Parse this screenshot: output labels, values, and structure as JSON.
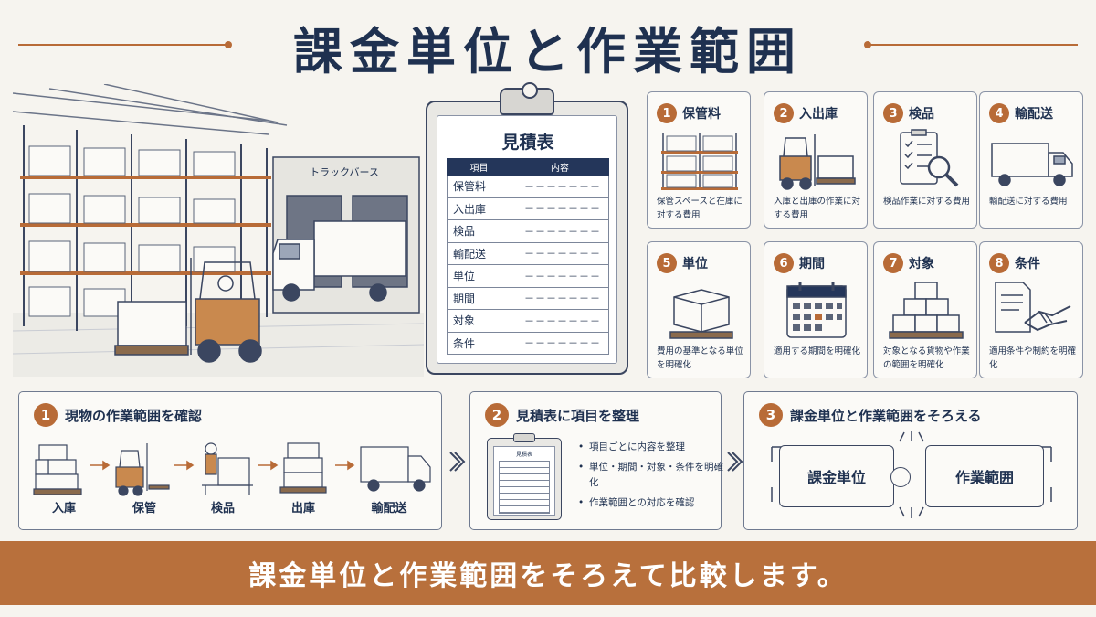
{
  "title": "課金単位と作業範囲",
  "warehouse": {
    "truck_bay_label": "トラックバース"
  },
  "quote": {
    "title": "見積表",
    "col_item": "項目",
    "col_content": "内容",
    "rows": [
      {
        "key": "保管料",
        "value": "－－－－－－－"
      },
      {
        "key": "入出庫",
        "value": "－－－－－－－"
      },
      {
        "key": "検品",
        "value": "－－－－－－－"
      },
      {
        "key": "輸配送",
        "value": "－－－－－－－"
      },
      {
        "key": "単位",
        "value": "－－－－－－－"
      },
      {
        "key": "期間",
        "value": "－－－－－－－"
      },
      {
        "key": "対象",
        "value": "－－－－－－－"
      },
      {
        "key": "条件",
        "value": "－－－－－－－"
      }
    ]
  },
  "cards": [
    {
      "num": "1",
      "title": "保管料",
      "desc": "保管スペースと在庫に対する費用",
      "icon": "storage-rack-icon"
    },
    {
      "num": "2",
      "title": "入出庫",
      "desc": "入庫と出庫の作業に対する費用",
      "icon": "forklift-icon"
    },
    {
      "num": "3",
      "title": "検品",
      "desc": "検品作業に対する費用",
      "icon": "checklist-magnifier-icon"
    },
    {
      "num": "4",
      "title": "輸配送",
      "desc": "輸配送に対する費用",
      "icon": "truck-icon"
    },
    {
      "num": "5",
      "title": "単位",
      "desc": "費用の基準となる単位を明確化",
      "icon": "box-pallet-icon"
    },
    {
      "num": "6",
      "title": "期間",
      "desc": "適用する期間を明確化",
      "icon": "calendar-icon"
    },
    {
      "num": "7",
      "title": "対象",
      "desc": "対象となる貨物や作業の範囲を明確化",
      "icon": "stacked-boxes-icon"
    },
    {
      "num": "8",
      "title": "条件",
      "desc": "適用条件や制約を明確化",
      "icon": "handshake-document-icon"
    }
  ],
  "steps": {
    "step1": {
      "num": "1",
      "title": "現物の作業範囲を確認",
      "flow": [
        "入庫",
        "保管",
        "検品",
        "出庫",
        "輸配送"
      ]
    },
    "step2": {
      "num": "2",
      "title": "見積表に項目を整理",
      "mini_sheet_title": "見積表",
      "bullets": [
        "項目ごとに内容を整理",
        "単位・期間・対象・条件を明確化",
        "作業範囲との対応を確認"
      ]
    },
    "step3": {
      "num": "3",
      "title": "課金単位と作業範囲をそろえる",
      "left_piece": "課金単位",
      "right_piece": "作業範囲"
    }
  },
  "banner": {
    "text": "課金単位と作業範囲をそろえて比較します。"
  },
  "colors": {
    "navy": "#1f3150",
    "accent": "#b86b37",
    "banner": "#b8703c",
    "background": "#f6f4ef"
  }
}
